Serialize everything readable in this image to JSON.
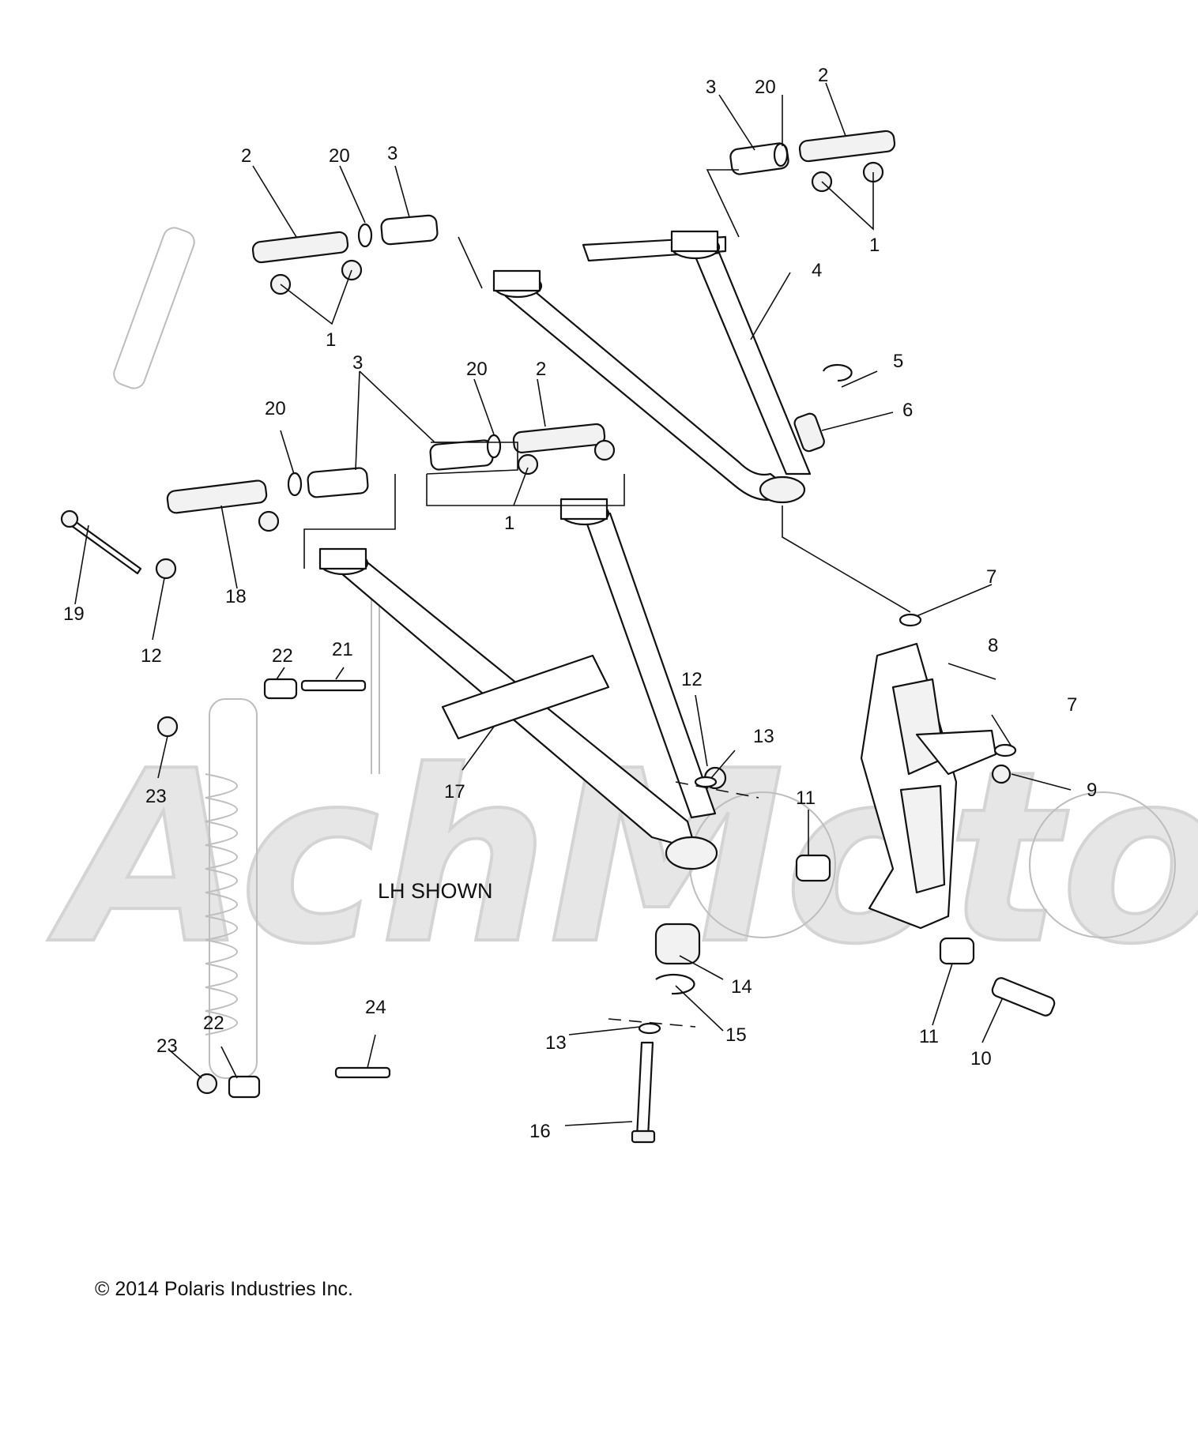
{
  "diagram": {
    "note": "LH SHOWN",
    "copyright": "© 2014 Polaris Industries Inc.",
    "watermark": "AchMoto",
    "callouts": {
      "c1a": "1",
      "c1b": "1",
      "c1c": "1",
      "c2a": "2",
      "c2b": "2",
      "c2c": "2",
      "c3a": "3",
      "c3b": "3",
      "c3c": "3",
      "c4": "4",
      "c5": "5",
      "c6": "6",
      "c7a": "7",
      "c7b": "7",
      "c8": "8",
      "c9": "9",
      "c10": "10",
      "c11a": "11",
      "c11b": "11",
      "c12a": "12",
      "c12b": "12",
      "c13a": "13",
      "c13b": "13",
      "c14": "14",
      "c15": "15",
      "c16": "16",
      "c17": "17",
      "c18": "18",
      "c19": "19",
      "c20a": "20",
      "c20b": "20",
      "c20c": "20",
      "c21": "21",
      "c22a": "22",
      "c22b": "22",
      "c23a": "23",
      "c23b": "23",
      "c24": "24"
    }
  }
}
